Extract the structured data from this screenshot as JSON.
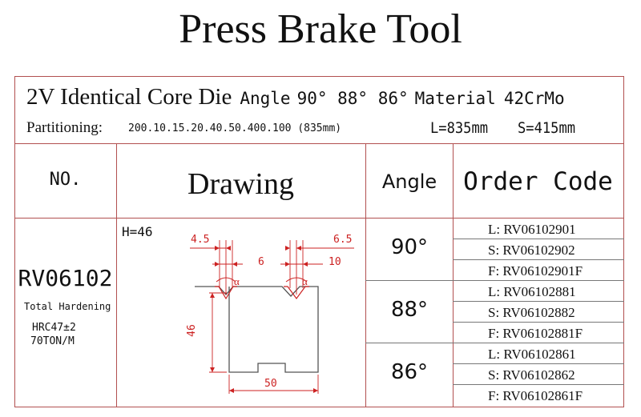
{
  "title": "Press Brake Tool",
  "subtitle": {
    "main": "2V Identical Core Die",
    "angle_label": "Angle",
    "angles": "90° 88° 86°",
    "material_label": "Material",
    "material": "42CrMo"
  },
  "partitioning": {
    "label": "Partitioning:",
    "value": "200.10.15.20.40.50.400.100 (835mm)",
    "l_value": "L=835mm",
    "s_value": "S=415mm"
  },
  "headers": {
    "no": "NO.",
    "drawing": "Drawing",
    "angle": "Angle",
    "order_code": "Order Code"
  },
  "product": {
    "code": "RV06102",
    "hardening": "Total Hardening",
    "hrc": "HRC47±2",
    "tonnage": "70TON/M"
  },
  "drawing": {
    "height_label": "H=46",
    "dim_left_top": "4.5",
    "dim_left_groove": "6",
    "dim_right_top": "6.5",
    "dim_right_groove": "10",
    "alpha": "α",
    "height": "46",
    "width": "50"
  },
  "rows": [
    {
      "angle": "90°",
      "codes": [
        "L: RV06102901",
        "S: RV06102902",
        "F: RV06102901F"
      ]
    },
    {
      "angle": "88°",
      "codes": [
        "L: RV06102881",
        "S: RV06102882",
        "F: RV06102881F"
      ]
    },
    {
      "angle": "86°",
      "codes": [
        "L: RV06102861",
        "S: RV06102862",
        "F: RV06102861F"
      ]
    }
  ]
}
